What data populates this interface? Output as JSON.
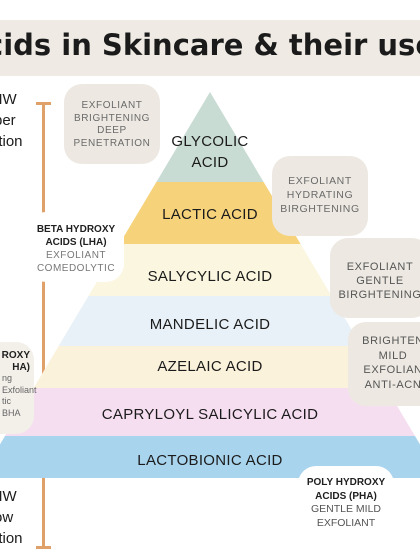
{
  "title": "cids in Skincare & their use",
  "side_labels": {
    "top": [
      "MW",
      "ber",
      "ation"
    ],
    "bottom": [
      "MW",
      "ow",
      "ation"
    ]
  },
  "layers": [
    {
      "label_lines": [
        "GLYCOLIC",
        "ACID"
      ],
      "color": "#c9dcd3"
    },
    {
      "label_lines": [
        "LACTIC ACID"
      ],
      "color": "#f6d27a"
    },
    {
      "label_lines": [
        "SALYCYLIC ACID"
      ],
      "color": "#fbf6df"
    },
    {
      "label_lines": [
        "MANDELIC ACID"
      ],
      "color": "#e8f1f7"
    },
    {
      "label_lines": [
        "AZELAIC ACID"
      ],
      "color": "#fbf2dc"
    },
    {
      "label_lines": [
        "CAPRYLOYL SALICYLIC ACID"
      ],
      "color": "#f6def1"
    },
    {
      "label_lines": [
        "LACTOBIONIC ACID"
      ],
      "color": "#a9d4ee"
    }
  ],
  "bubbles": {
    "glycolic": {
      "lines": [
        "EXFOLIANT",
        "BRIGHTENING",
        "DEEP",
        "PENETRATION"
      ]
    },
    "lactic": {
      "lines": [
        "EXFOLIANT",
        "HYDRATING",
        "BIRGHTENING"
      ]
    },
    "lha": {
      "title": [
        "BETA HYDROXY",
        "ACIDS (LHA)"
      ],
      "lines": [
        "EXFOLIANT",
        "COMEDOLYTIC"
      ]
    },
    "salycylic": {
      "lines": [
        "EXFOLIANT",
        "GENTLE",
        "BIRGHTENING"
      ]
    },
    "azelaic": {
      "lines": [
        "BRIGHTEN",
        "MILD",
        "EXFOLIAN",
        "ANTI-ACN"
      ]
    },
    "left_bha": {
      "title": [
        "ROXY",
        "HA)"
      ],
      "lines": [
        "ng",
        "Exfoliant",
        "tic",
        "BHA"
      ]
    },
    "pha": {
      "title": [
        "POLY HYDROXY",
        "ACIDS (PHA)"
      ],
      "lines": [
        "GENTLE MILD",
        "EXFOLIANT"
      ]
    }
  }
}
